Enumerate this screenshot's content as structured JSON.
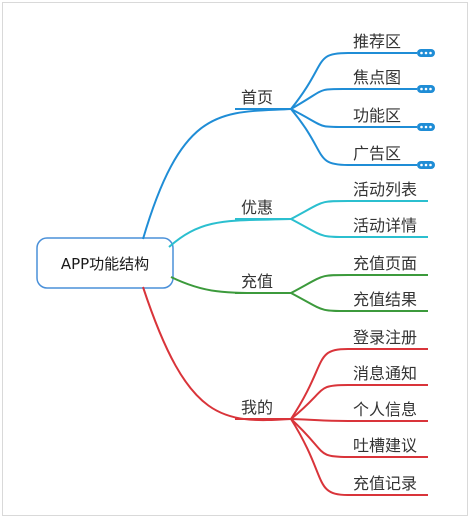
{
  "root": {
    "label": "APP功能结构"
  },
  "branches": [
    {
      "label": "首页",
      "color": "#1f8dd6",
      "children": [
        {
          "label": "推荐区",
          "collapsed": true
        },
        {
          "label": "焦点图",
          "collapsed": true
        },
        {
          "label": "功能区",
          "collapsed": true
        },
        {
          "label": "广告区",
          "collapsed": true
        }
      ]
    },
    {
      "label": "优惠",
      "color": "#2bbfcf",
      "children": [
        {
          "label": "活动列表"
        },
        {
          "label": "活动详情"
        }
      ]
    },
    {
      "label": "充值",
      "color": "#3c9a3c",
      "children": [
        {
          "label": "充值页面"
        },
        {
          "label": "充值结果"
        }
      ]
    },
    {
      "label": "我的",
      "color": "#d9343a",
      "children": [
        {
          "label": "登录注册"
        },
        {
          "label": "消息通知"
        },
        {
          "label": "个人信息"
        },
        {
          "label": "吐槽建议"
        },
        {
          "label": "充值记录"
        }
      ]
    }
  ],
  "collapse_indicator": {
    "glyph": "•••",
    "color": "#1f8dd6",
    "icon": "ellipsis-icon"
  },
  "root_border_color": "#4a90d9"
}
